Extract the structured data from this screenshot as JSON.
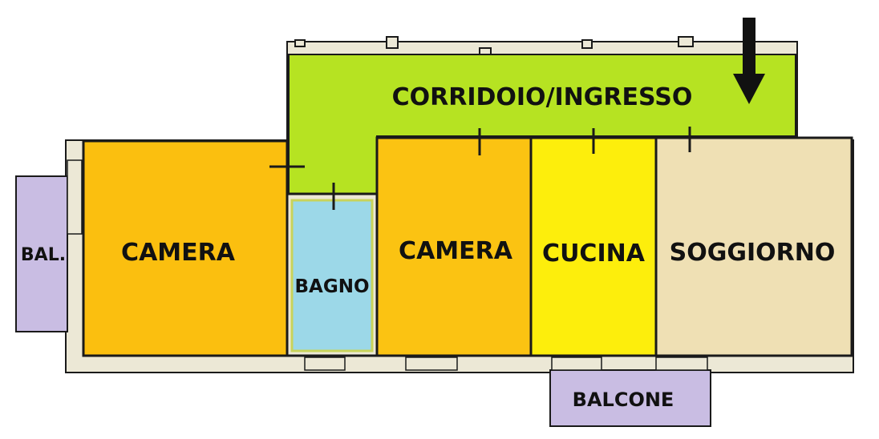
{
  "rooms": {
    "corridor": {
      "label": "CORRIDOIO/INGRESSO",
      "color": "#b6e322"
    },
    "camera_left": {
      "label": "CAMERA",
      "color": "#fbbf0f"
    },
    "bagno": {
      "label": "BAGNO",
      "color": "#9cd8e8"
    },
    "camera_middle": {
      "label": "CAMERA",
      "color": "#fbc312"
    },
    "cucina": {
      "label": "CUCINA",
      "color": "#fdee0c"
    },
    "soggiorno": {
      "label": "SOGGIORNO",
      "color": "#efe0b4"
    }
  },
  "balconies": {
    "left": {
      "label": "BAL.",
      "color": "#c9bde3"
    },
    "bottom": {
      "label": "BALCONE",
      "color": "#c9bde3"
    }
  },
  "colors": {
    "wall": "#1a1a1a",
    "wall_fill": "#ece8d6",
    "bagno_border": "#c9d35a",
    "arrow": "#111111"
  },
  "icons": {
    "entrance": "arrow-down-icon"
  }
}
